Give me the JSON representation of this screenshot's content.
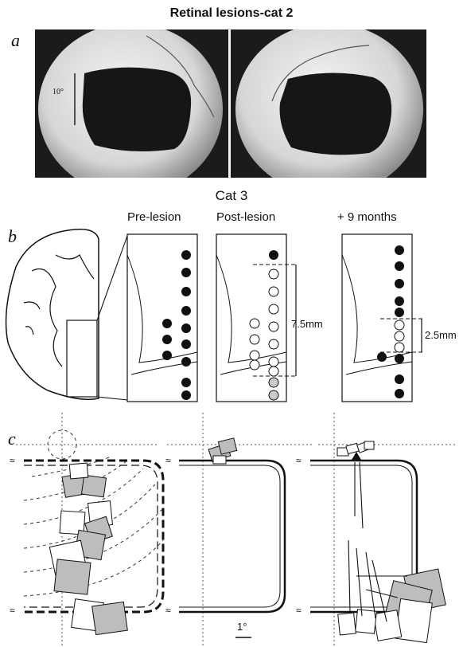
{
  "title": "Retinal lesions-cat 2",
  "panels": {
    "a": "a",
    "b": "b",
    "c": "c"
  },
  "panel_a": {
    "scale_label": "10°"
  },
  "panel_b": {
    "subject": "Cat 3",
    "columns": [
      "Pre-lesion",
      "Post-lesion",
      "+ 9 months"
    ],
    "post_lesion_extent": "7.5mm",
    "nine_month_extent": "2.5mm",
    "pre_lesion_sites": [
      "filled",
      "filled",
      "filled",
      "filled",
      "filled",
      "filled",
      "filled",
      "filled",
      "filled",
      "filled",
      "filled",
      "filled"
    ],
    "post_lesion_sites": [
      "filled",
      "open",
      "open",
      "open",
      "open",
      "open",
      "open",
      "open",
      "open",
      "open",
      "open",
      "open",
      "grey",
      "grey"
    ],
    "nine_month_sites": [
      "filled",
      "filled",
      "filled",
      "filled",
      "filled",
      "open",
      "open",
      "open",
      "filled",
      "filled",
      "filled",
      "filled"
    ]
  },
  "panel_c": {
    "scale_label": "1°"
  },
  "colors": {
    "filled_site": "#111111",
    "grey_site": "#c9c9c9",
    "rf_fill": "#bdbdbd",
    "photo_bg": "#1b1b1b"
  }
}
